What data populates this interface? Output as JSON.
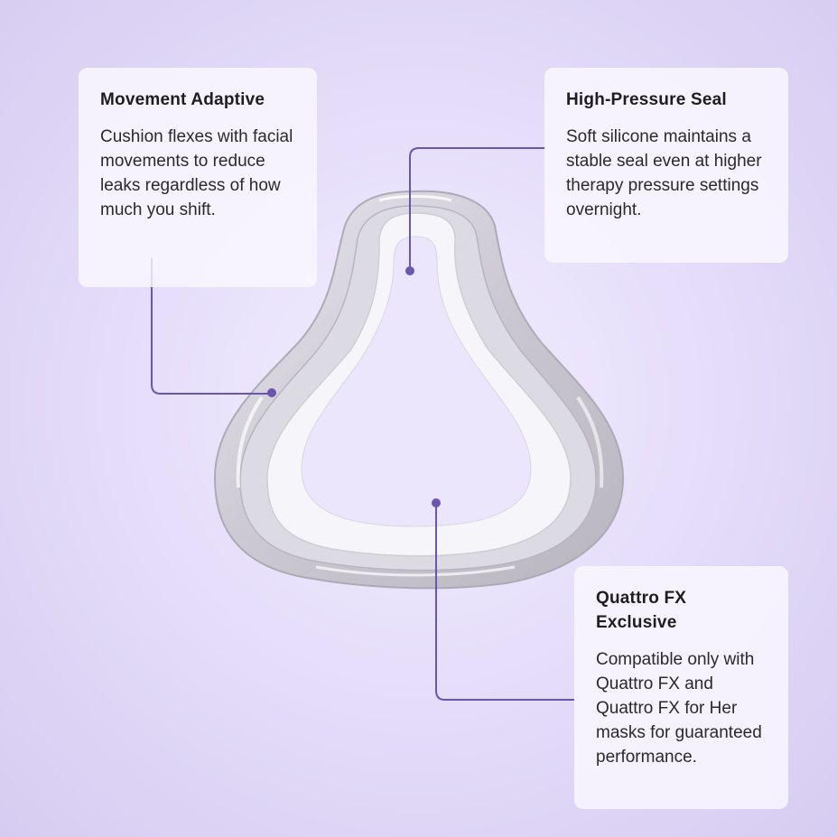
{
  "colors": {
    "accent": "#6a55b0",
    "background": "#e6defa",
    "card": "#faf8ff"
  },
  "callouts": {
    "movement": {
      "title": "Movement Adaptive",
      "body": "Cushion flexes with facial movements to reduce leaks regardless of how much you shift."
    },
    "seal": {
      "title": "High-Pressure Seal",
      "body": "Soft silicone maintains a stable seal even at higher therapy pressure settings overnight."
    },
    "quattro": {
      "title": "Quattro FX Exclusive",
      "body": "Compatible only with Quattro FX and Quattro FX for Her masks for guaranteed performance."
    }
  },
  "image": {
    "subject": "mask-cushion"
  }
}
